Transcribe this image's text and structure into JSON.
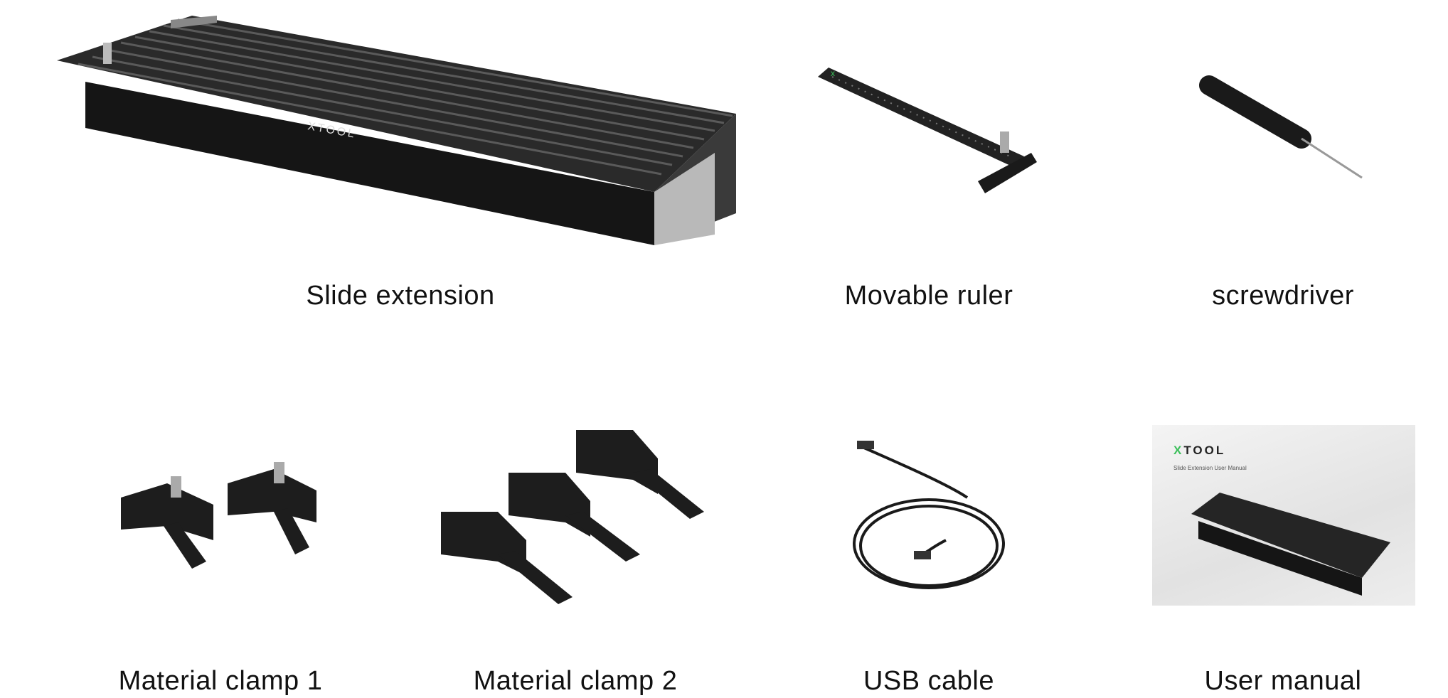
{
  "items": [
    {
      "label": "Slide extension",
      "icon": "slide-extension-image"
    },
    {
      "label": "Movable ruler",
      "icon": "movable-ruler-image"
    },
    {
      "label": "screwdriver",
      "icon": "screwdriver-image"
    },
    {
      "label": "Material clamp 1",
      "icon": "material-clamp-1-image"
    },
    {
      "label": "Material clamp 2",
      "icon": "material-clamp-2-image"
    },
    {
      "label": "USB cable",
      "icon": "usb-cable-image"
    },
    {
      "label": "User manual",
      "icon": "user-manual-image"
    }
  ],
  "product_brand": "XTOOL",
  "manual": {
    "logo_x": "X",
    "logo_rest": "TOOL",
    "subtitle": "Slide Extension User Manual"
  },
  "colors": {
    "accent_green": "#3bbf5a",
    "metal": "#1e1e1e"
  }
}
